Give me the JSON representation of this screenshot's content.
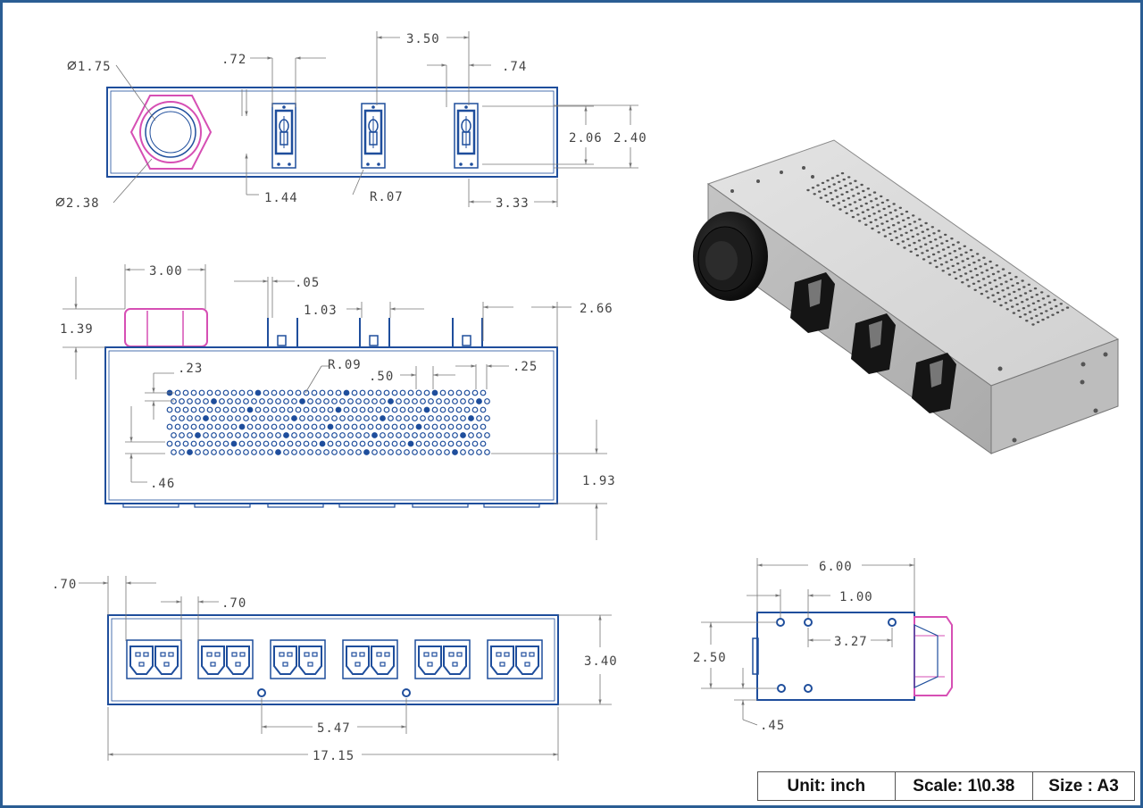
{
  "colors": {
    "outline": "#1f4e9c",
    "highlight": "#d64fb4",
    "border": "#2a5d93",
    "dimension": "#777777"
  },
  "dimensions": {
    "gland_inner_dia": "1.75",
    "gland_outer_dia": "2.38",
    "d072": ".72",
    "d350": "3.50",
    "d074": ".74",
    "d206": "2.06",
    "d240": "2.40",
    "d144": "1.44",
    "r007": "R.07",
    "d333": "3.33",
    "d300": "3.00",
    "d005": ".05",
    "d103": "1.03",
    "d266": "2.66",
    "d139": "1.39",
    "d023": ".23",
    "r009": "R.09",
    "d050": ".50",
    "d025": ".25",
    "d046": ".46",
    "d193": "1.93",
    "d070a": ".70",
    "d070b": ".70",
    "d340": "3.40",
    "d547": "5.47",
    "d1715": "17.15",
    "d600": "6.00",
    "d100": "1.00",
    "d250": "2.50",
    "d327": "3.27",
    "d045": ".45"
  },
  "title_block": {
    "unit": "Unit: inch",
    "scale": "Scale: 1\\0.38",
    "size": "Size : A3"
  }
}
